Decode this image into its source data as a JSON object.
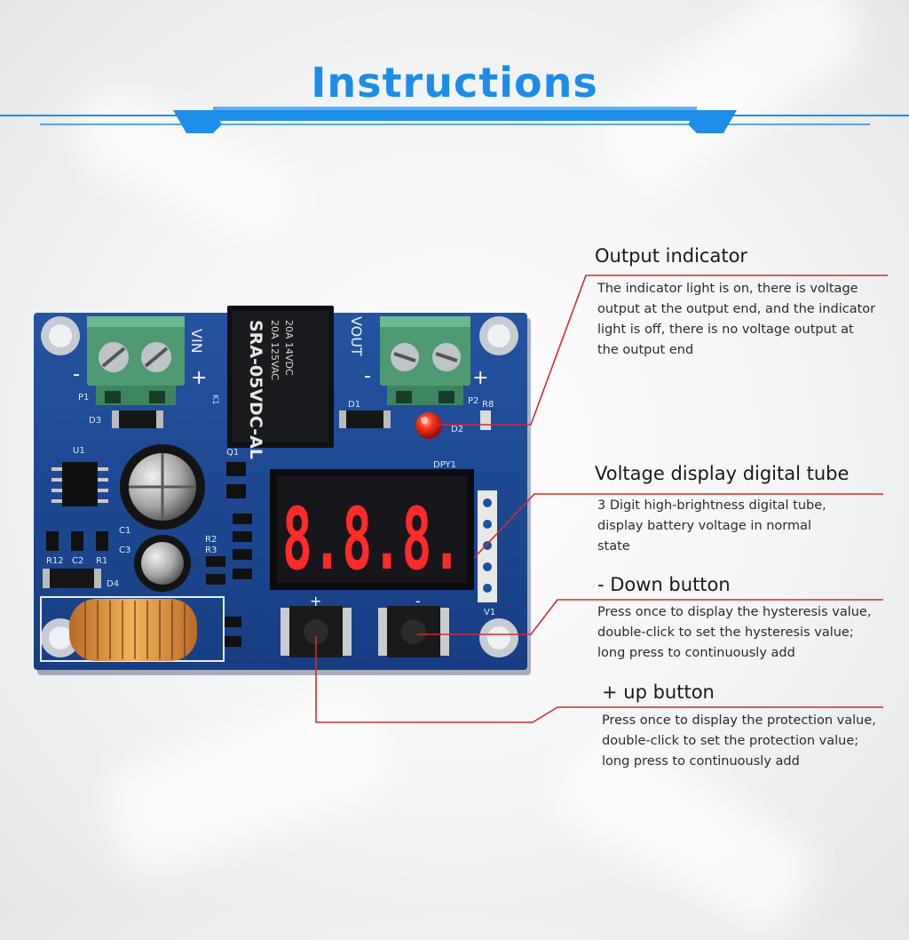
{
  "title": "Instructions",
  "board": {
    "relay": {
      "line1": "20A 14VDC",
      "line2": "20A 125VAC",
      "model": "SRA-05VDC-AL"
    },
    "labels": {
      "vin": "VIN",
      "vout": "VOUT",
      "p1": "P1",
      "p2": "P2",
      "d1": "D1",
      "d2": "D2",
      "d3": "D3",
      "d4": "D4",
      "u1": "U1",
      "q1": "Q1",
      "c1": "C1",
      "c2": "C2",
      "c3": "C3",
      "r1": "R1",
      "r2": "R2",
      "r3": "R3",
      "r8": "R8",
      "r12": "R12",
      "dpy1": "DPY1",
      "v1": "V1",
      "k1": "K1",
      "minus": "-",
      "plus": "+"
    },
    "display_digits": "8.8.8."
  },
  "callouts": [
    {
      "title": "Output indicator",
      "lines": [
        "The indicator light is on, there is voltage",
        "output at the output end, and the indicator",
        "light is off, there is no voltage output at",
        "the output end"
      ]
    },
    {
      "title": "Voltage display digital tube",
      "lines": [
        "3 Digit high-brightness digital tube,",
        "display battery voltage in normal",
        "state"
      ]
    },
    {
      "title": "- Down button",
      "lines": [
        "Press once to display the hysteresis value,",
        "double-click to set the hysteresis value;",
        "long press to continuously add"
      ]
    },
    {
      "title": "+ up button",
      "lines": [
        "Press once to display the protection value,",
        "double-click to set the protection value;",
        "long press to continuously add"
      ]
    }
  ],
  "colors": {
    "title": "#1e8de8",
    "pcb": "#1f4e9c",
    "leader": "#d42a2a",
    "segment": "#ff2a2a"
  }
}
